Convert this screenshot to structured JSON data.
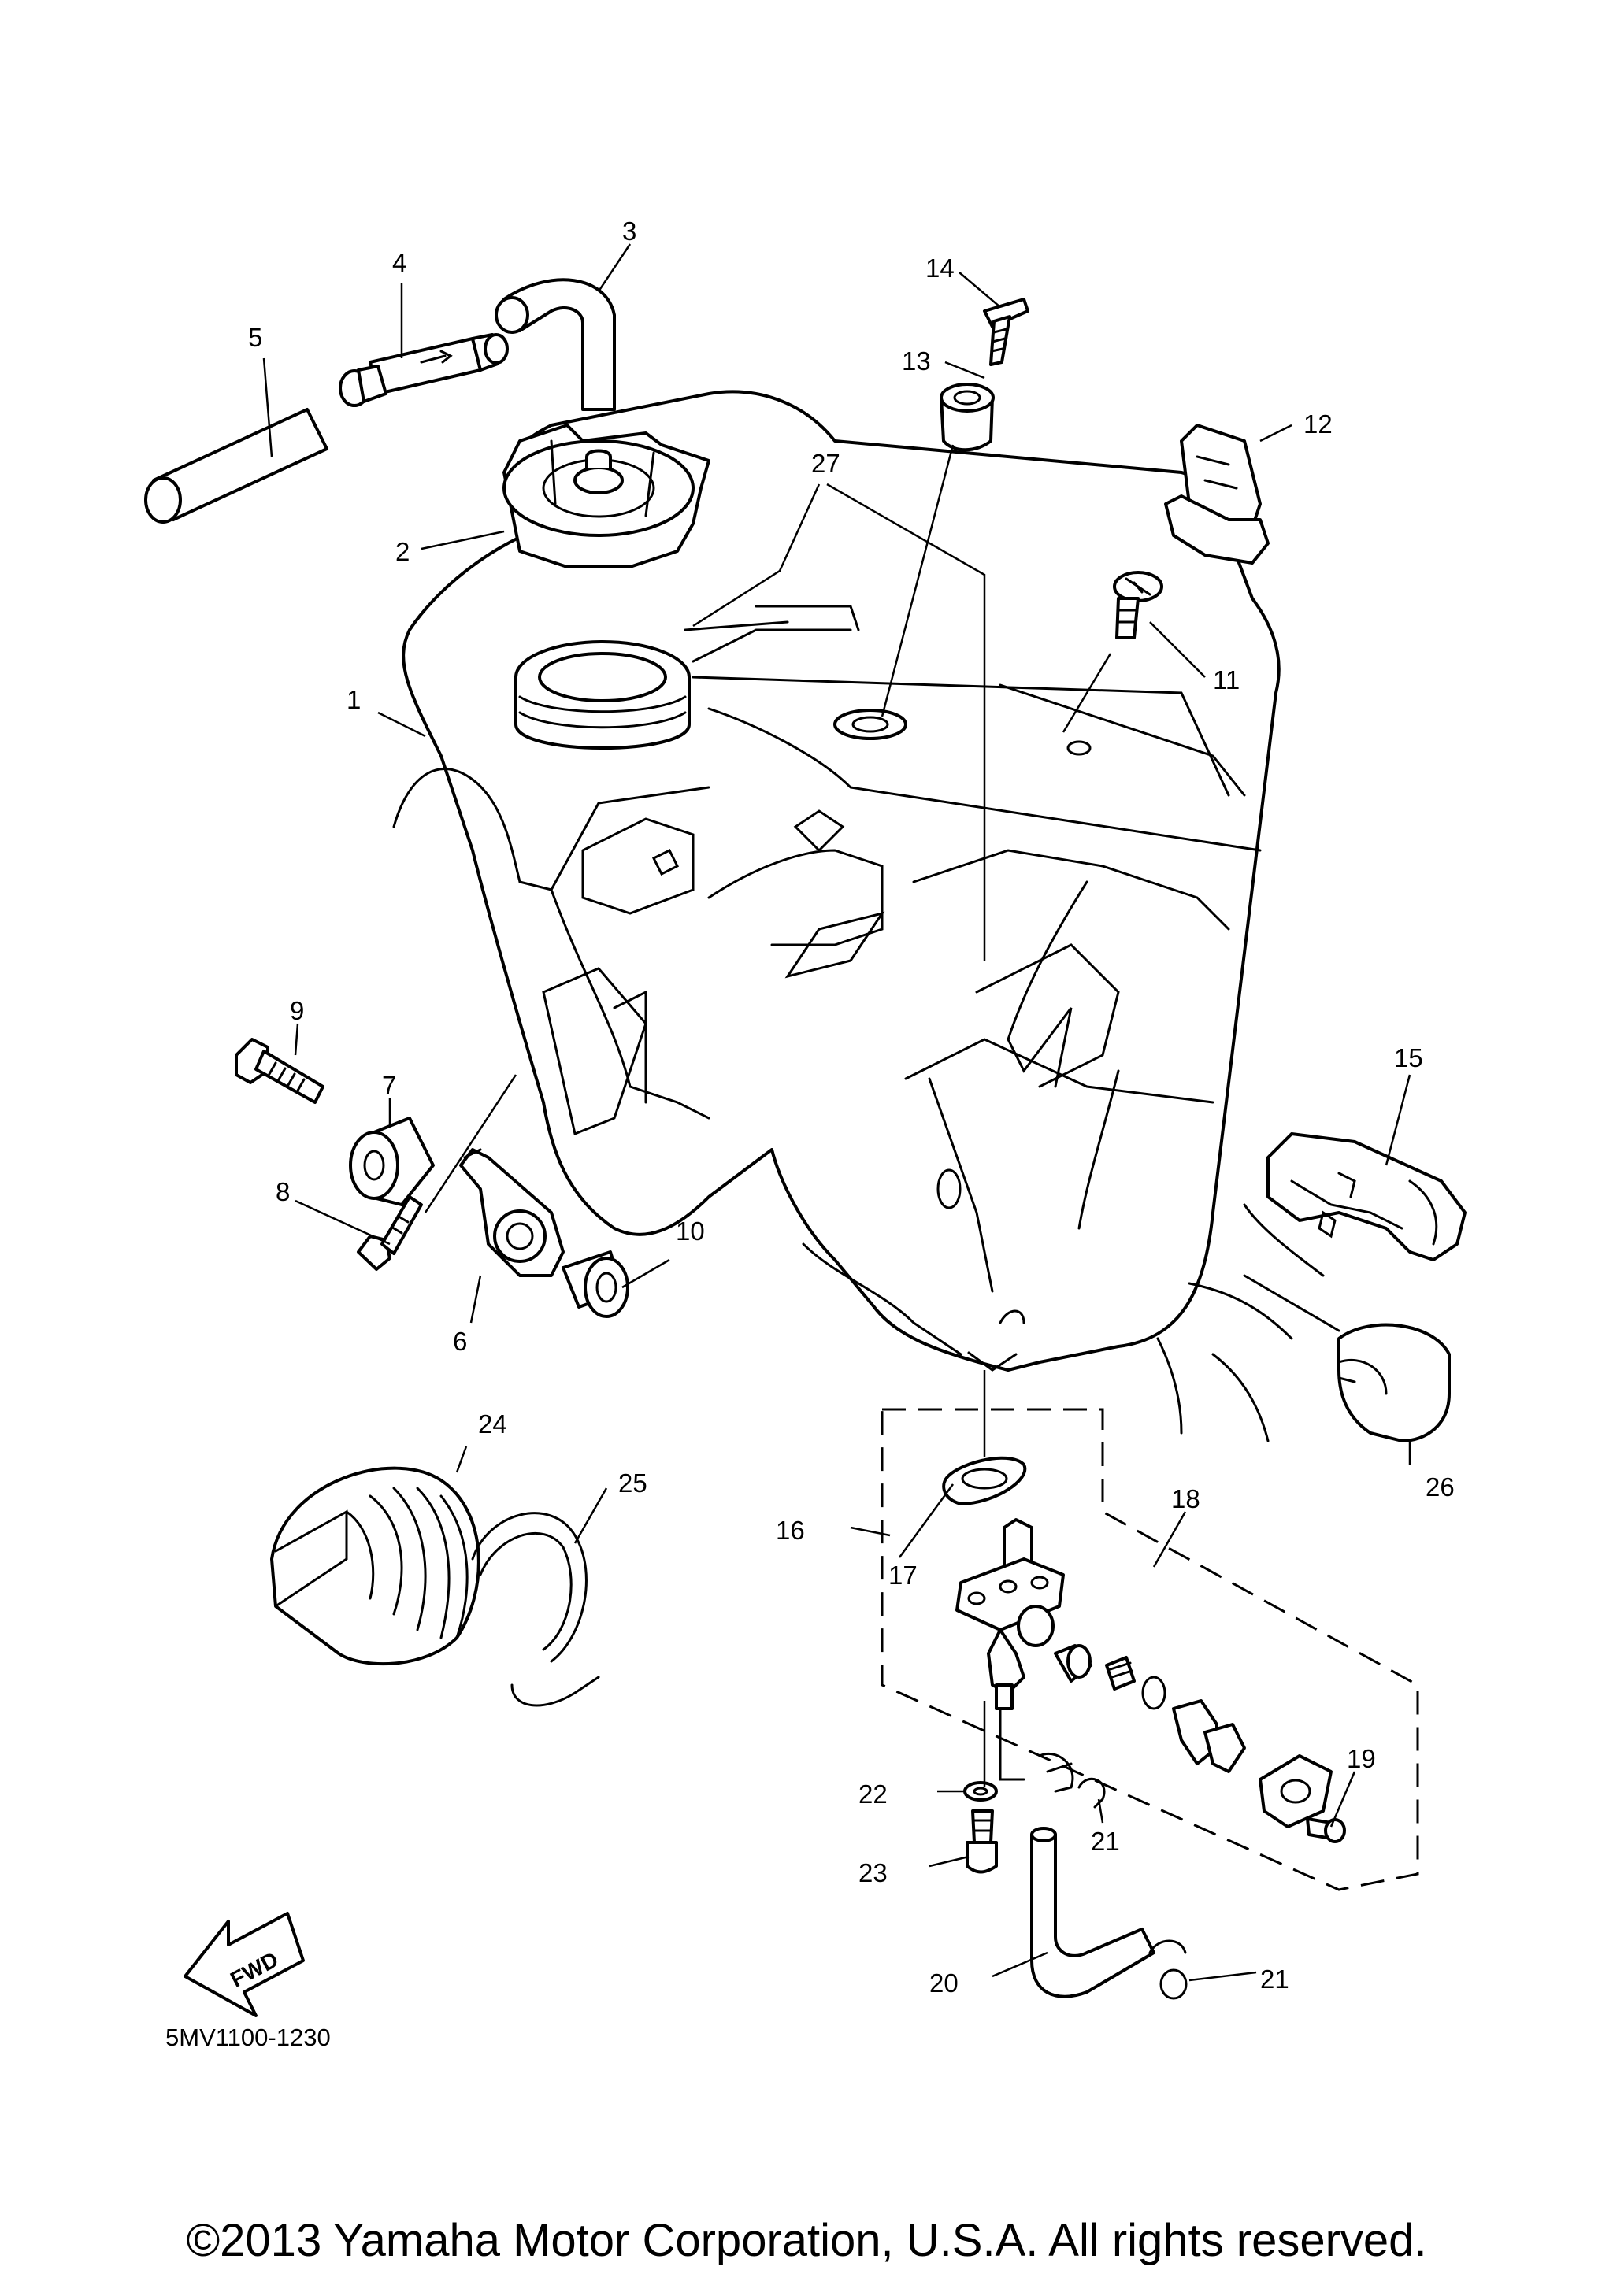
{
  "callouts": {
    "c1": "1",
    "c2": "2",
    "c3": "3",
    "c4": "4",
    "c5": "5",
    "c6": "6",
    "c7": "7",
    "c8": "8",
    "c9": "9",
    "c10": "10",
    "c11": "11",
    "c12": "12",
    "c13": "13",
    "c14": "14",
    "c15": "15",
    "c16": "16",
    "c17": "17",
    "c18": "18",
    "c19": "19",
    "c20": "20",
    "c21a": "21",
    "c21b": "21",
    "c22": "22",
    "c23": "23",
    "c24": "24",
    "c25": "25",
    "c26": "26",
    "c27": "27"
  },
  "fwd_label": "FWD",
  "diagram_code": "5MV1100-1230",
  "copyright": "©2013 Yamaha Motor Corporation, U.S.A. All rights reserved."
}
